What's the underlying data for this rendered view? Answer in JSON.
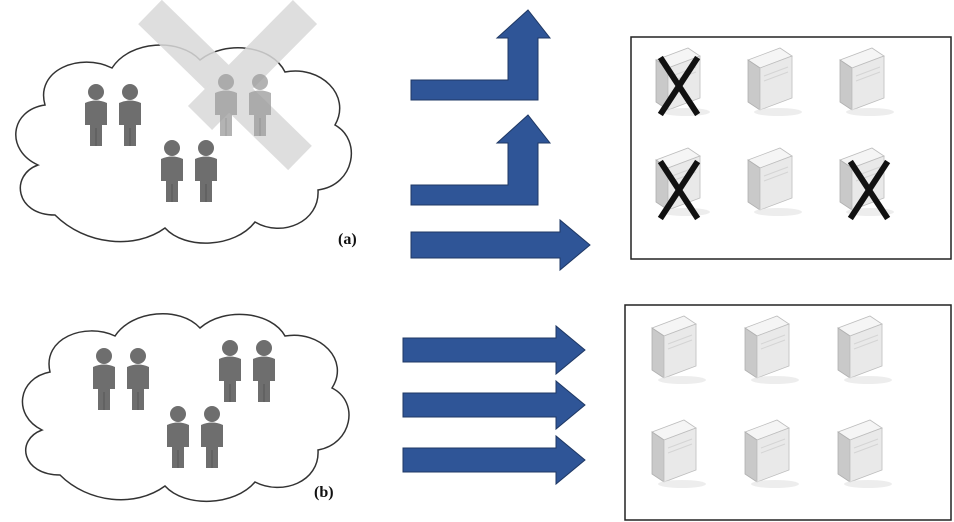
{
  "figure": {
    "panels": [
      {
        "label": "(a)",
        "description_role": "failing-datacenter",
        "user_groups": 3,
        "crossed_out_user_group": true,
        "routes": [
          "redirect",
          "redirect",
          "straight"
        ],
        "servers": [
          "failed",
          "ok",
          "ok",
          "failed",
          "ok",
          "failed"
        ],
        "failure_mark": "X"
      },
      {
        "label": "(b)",
        "description_role": "healthy-datacenter",
        "user_groups": 3,
        "crossed_out_user_group": false,
        "routes": [
          "straight",
          "straight",
          "straight"
        ],
        "servers": [
          "ok",
          "ok",
          "ok",
          "ok",
          "ok",
          "ok"
        ],
        "failure_mark": ""
      }
    ],
    "colors": {
      "arrow_fill": "#2f5597",
      "arrow_stroke": "#1f3864",
      "cloud_stroke": "#333333",
      "person_dark": "#6e6e6e",
      "person_light": "#9a9a9a",
      "server_body": "#e9e9e9",
      "server_side": "#c9c9c9",
      "cross_band": "#d9d9d9",
      "failure_x": "#111111",
      "datacenter_border": "#222222"
    },
    "icons": [
      "cloud-icon",
      "user-pair-icon",
      "server-icon",
      "arrow-icon",
      "failure-x-icon"
    ]
  }
}
